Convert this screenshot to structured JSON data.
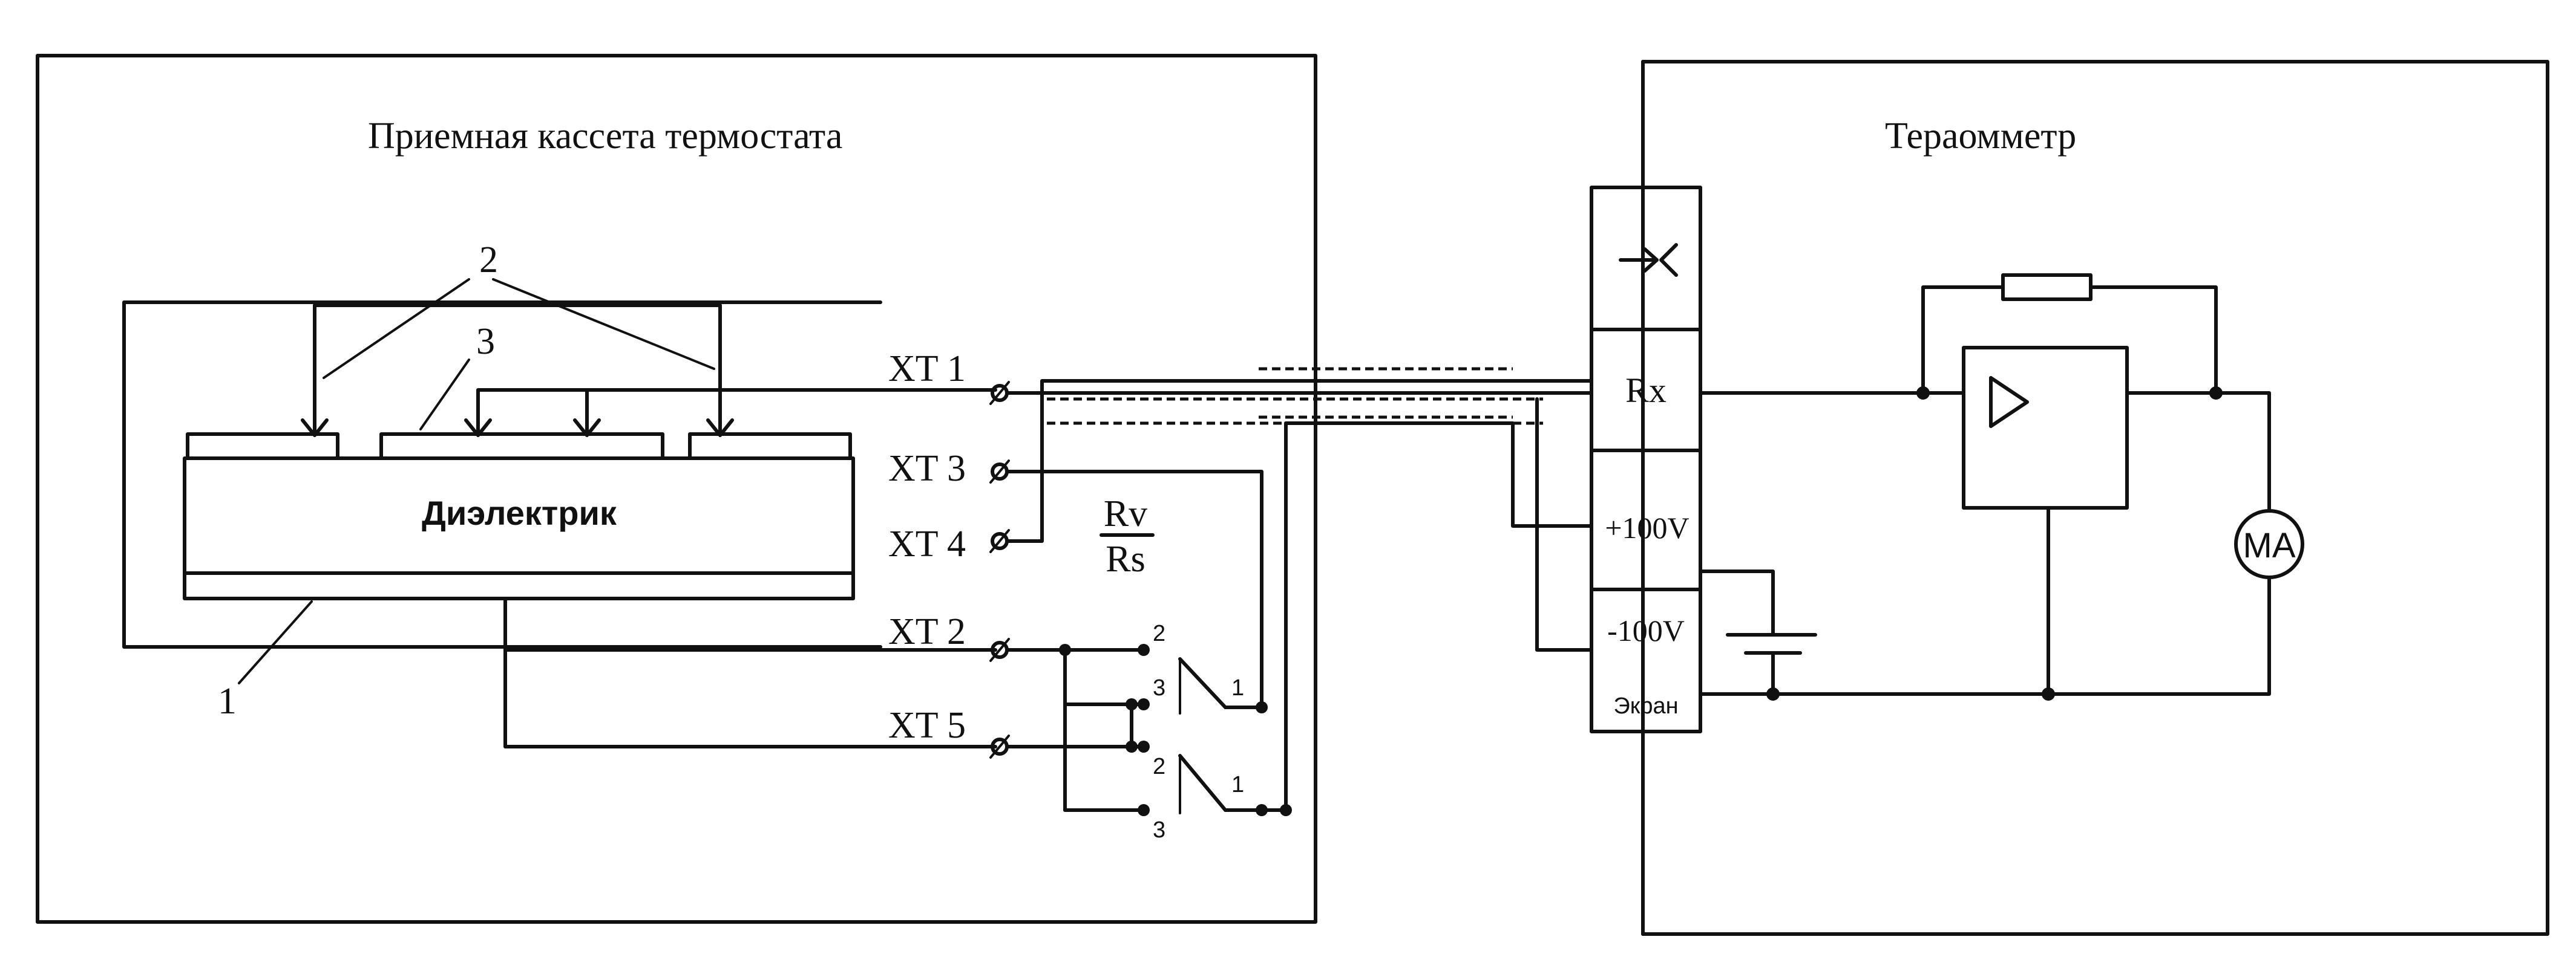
{
  "left_panel": {
    "title": "Приемная кассета термостата",
    "dielectric_label": "Диэлектрик",
    "callouts": {
      "electrode_1": "1",
      "electrode_2": "2",
      "electrode_3": "3"
    },
    "terminals": {
      "xt1": "XT 1",
      "xt2": "XT 2",
      "xt3": "XT 3",
      "xt4": "XT 4",
      "xt5": "XT 5"
    },
    "switch": {
      "mode_top": "Rv",
      "mode_bottom": "Rs",
      "upper": {
        "pos1": "1",
        "pos2": "2",
        "pos3": "3"
      },
      "lower": {
        "pos1": "1",
        "pos2": "2",
        "pos3": "3"
      }
    }
  },
  "right_panel": {
    "title": "Тераомметр",
    "connector": {
      "rx": "Rx",
      "plus100": "+100V",
      "minus100": "-100V",
      "screen": "Экран"
    },
    "meter_label": "MA"
  }
}
